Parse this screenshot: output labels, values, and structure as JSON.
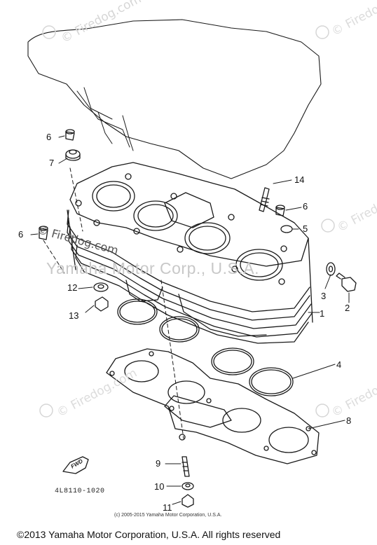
{
  "watermarks": {
    "site": "© Firedog.com",
    "corp": "Yamaha Motor Corp., U.S.A."
  },
  "callouts": [
    {
      "id": "1",
      "label": "1"
    },
    {
      "id": "2",
      "label": "2"
    },
    {
      "id": "3",
      "label": "3"
    },
    {
      "id": "4",
      "label": "4"
    },
    {
      "id": "5",
      "label": "5"
    },
    {
      "id": "6",
      "label": "6"
    },
    {
      "id": "7",
      "label": "7"
    },
    {
      "id": "8",
      "label": "8"
    },
    {
      "id": "9",
      "label": "9"
    },
    {
      "id": "10",
      "label": "10"
    },
    {
      "id": "11",
      "label": "11"
    },
    {
      "id": "12",
      "label": "12"
    },
    {
      "id": "13",
      "label": "13"
    },
    {
      "id": "14",
      "label": "14"
    }
  ],
  "fwd_label": "FWD",
  "reference_code": "4L8110-1020",
  "small_copyright": "(c) 2005-2015 Yamaha Motor Corporation, U.S.A.",
  "footer": "©2013 Yamaha Motor Corporation, U.S.A. All rights reserved",
  "colors": {
    "line": "#1a1a1a",
    "watermark": "#d0d0d0"
  }
}
